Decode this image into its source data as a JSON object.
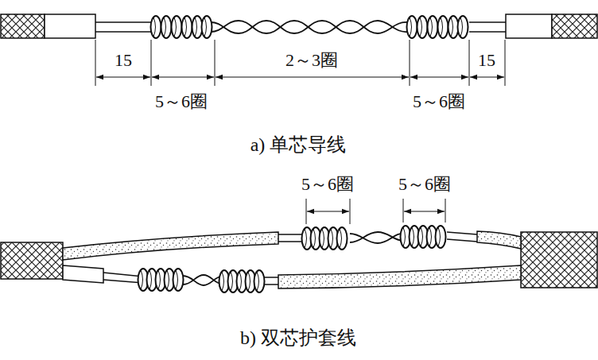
{
  "diagram": {
    "labels": [
      "15",
      "2～3圈",
      "15",
      "5～6圈",
      "5～6圈",
      "a) 单芯导线",
      "5～6圈",
      "5～6圈",
      "b) 双芯护套线"
    ]
  }
}
